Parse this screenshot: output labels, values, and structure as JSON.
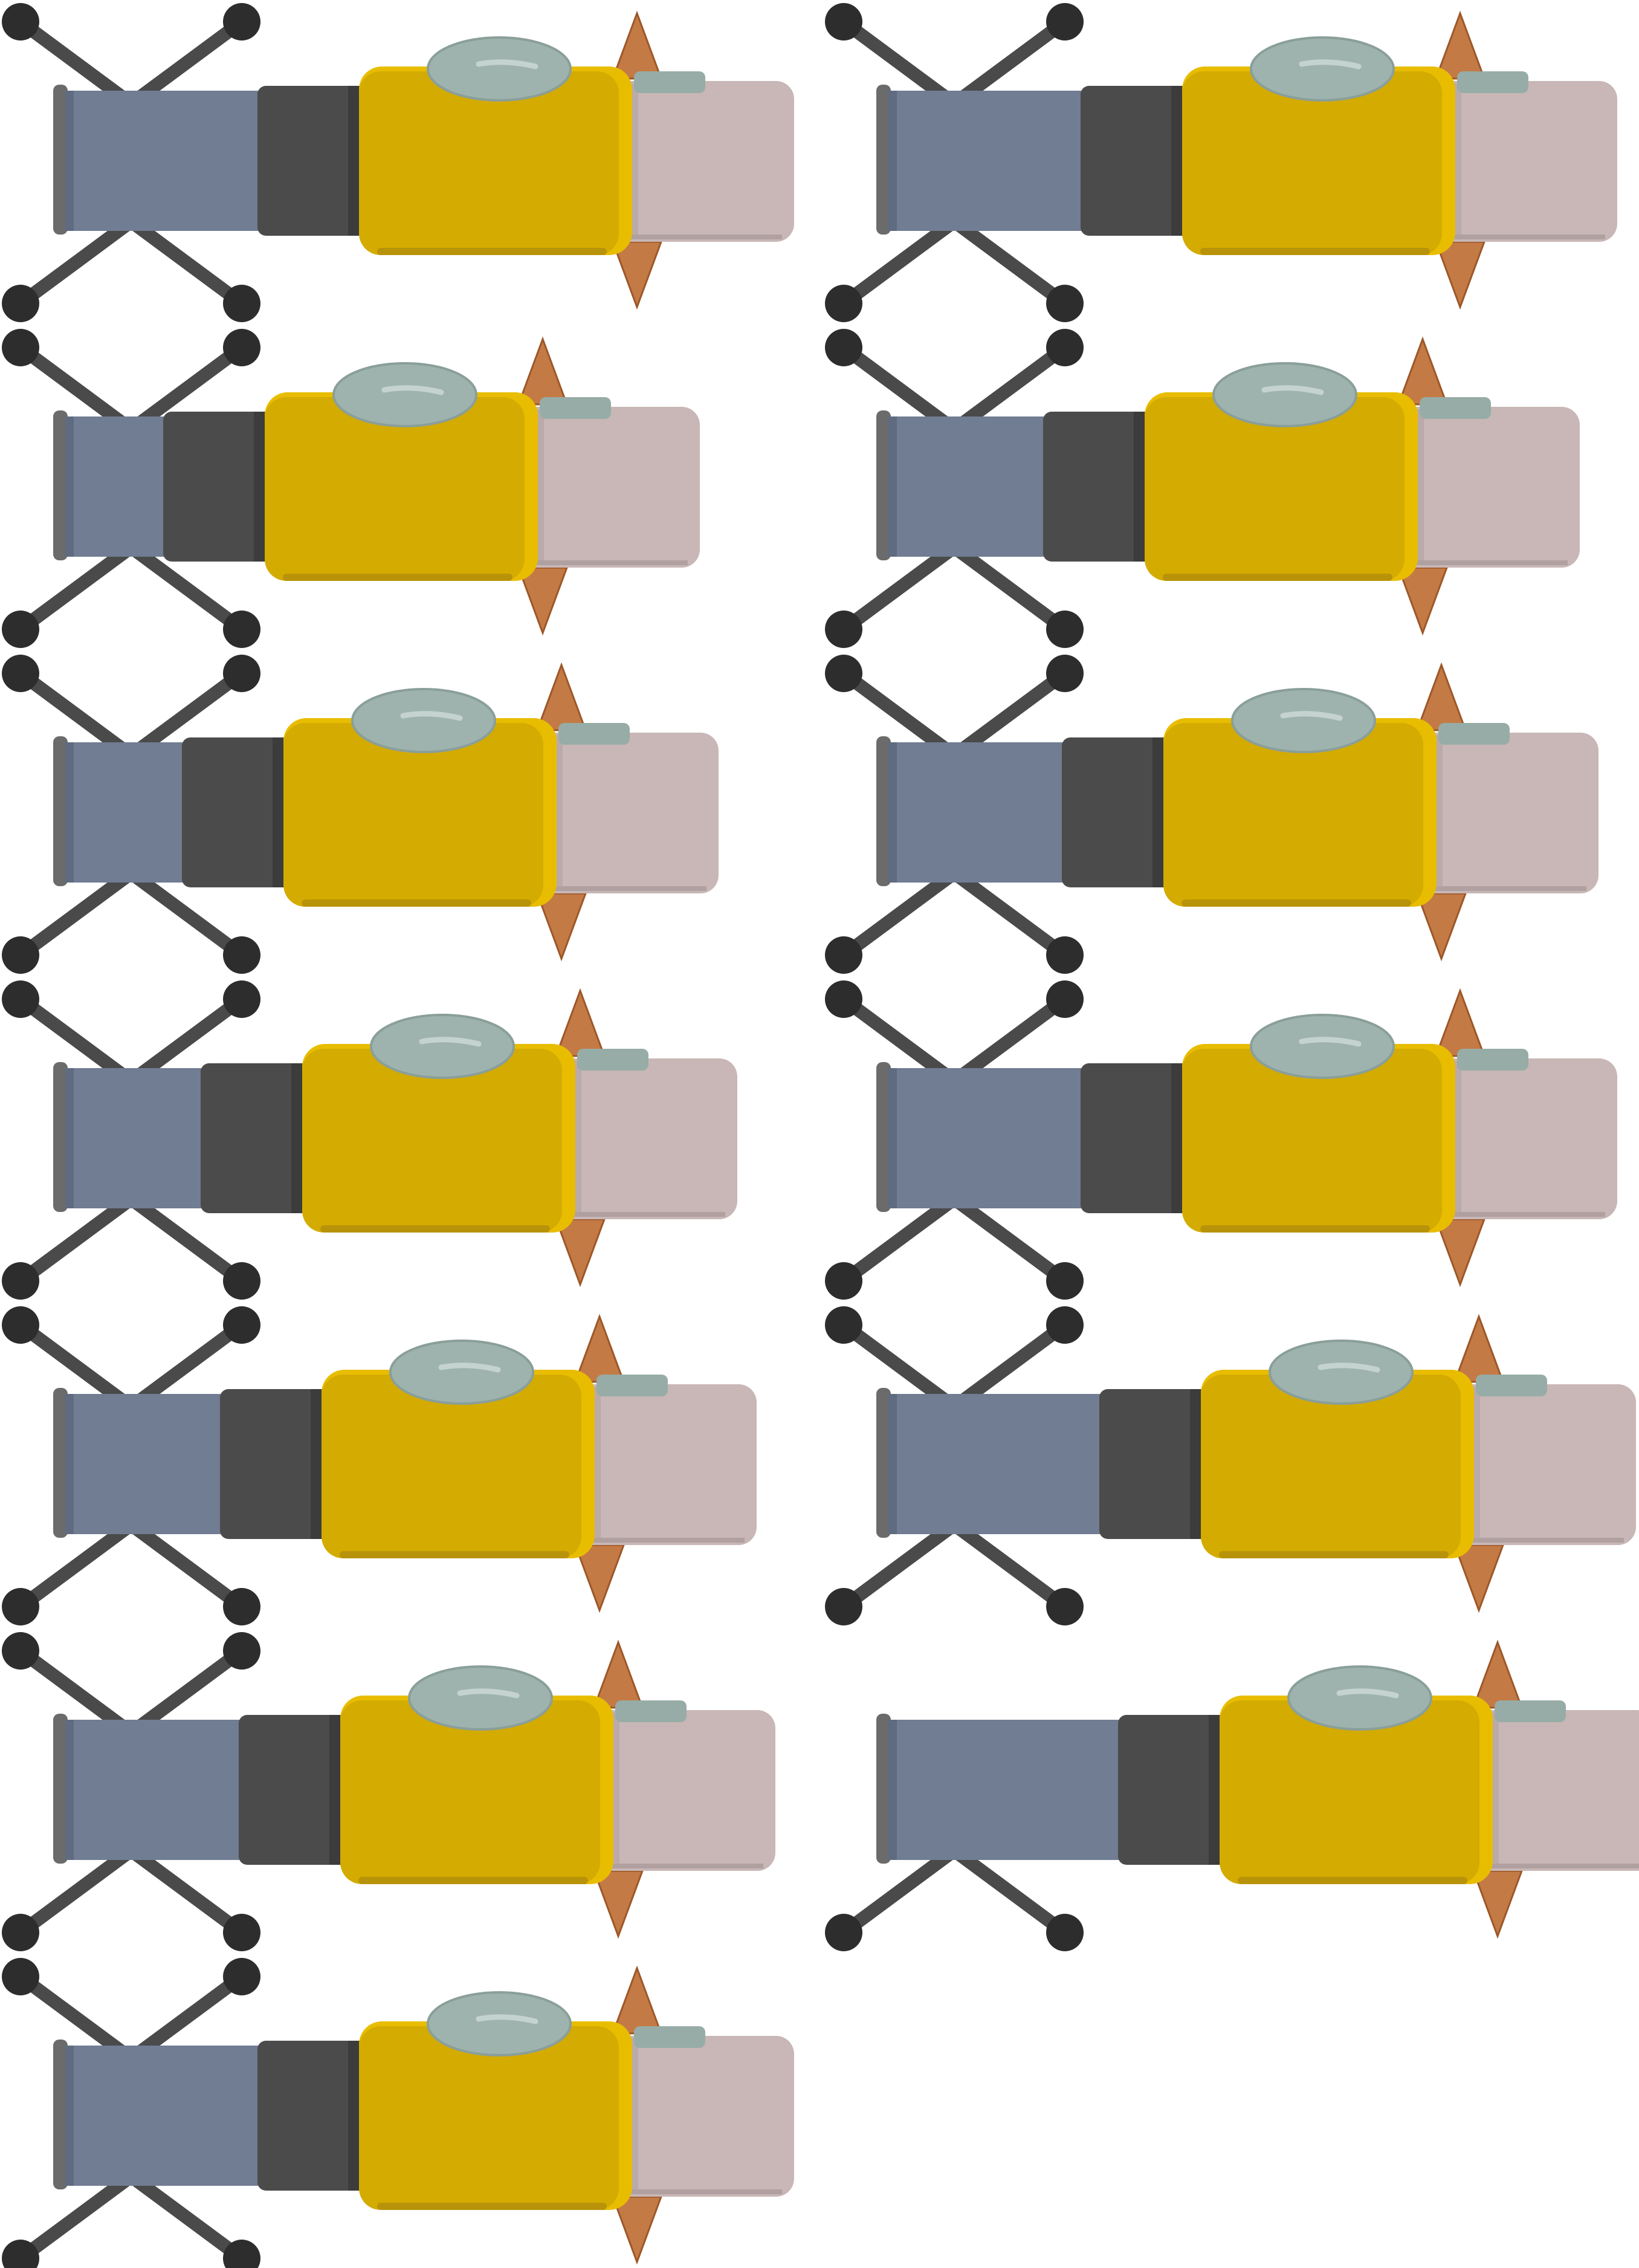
{
  "sheet": {
    "kind": "sprite-sheet",
    "sprite": "spider-drone-sprite",
    "frame_count": 13,
    "columns": 2,
    "frames_per_column": [
      7,
      6
    ],
    "frames": [
      {
        "index": 1,
        "column": 1,
        "body_offset": 1.0,
        "legs": "full"
      },
      {
        "index": 2,
        "column": 1,
        "body_offset": 0.0,
        "legs": "full"
      },
      {
        "index": 3,
        "column": 1,
        "body_offset": 0.2,
        "legs": "full"
      },
      {
        "index": 4,
        "column": 1,
        "body_offset": 0.4,
        "legs": "full"
      },
      {
        "index": 5,
        "column": 1,
        "body_offset": 0.6,
        "legs": "full"
      },
      {
        "index": 6,
        "column": 1,
        "body_offset": 0.8,
        "legs": "full"
      },
      {
        "index": 7,
        "column": 1,
        "body_offset": 1.0,
        "legs": "full"
      },
      {
        "index": 8,
        "column": 2,
        "body_offset": 1.0,
        "legs": "full"
      },
      {
        "index": 9,
        "column": 2,
        "body_offset": 0.6,
        "legs": "full"
      },
      {
        "index": 10,
        "column": 2,
        "body_offset": 0.8,
        "legs": "full"
      },
      {
        "index": 11,
        "column": 2,
        "body_offset": 1.0,
        "legs": "full"
      },
      {
        "index": 12,
        "column": 2,
        "body_offset": 1.2,
        "legs": "full"
      },
      {
        "index": 13,
        "column": 2,
        "body_offset": 1.4,
        "legs": "lower-only"
      }
    ]
  },
  "colors": {
    "background": "#ffffff",
    "legs": "#4a4a4a",
    "joints": "#2d2d2d",
    "frame_bar": "#6b6b6b",
    "rear_hull": "#707d93",
    "rear_hull_shade": "#5f6b80",
    "neck": "#4b4b4b",
    "neck_shade": "#3c3c3c",
    "body": "#d4ab00",
    "body_rim": "#e8bd00",
    "body_shade": "#b8930a",
    "dome": "#9fb3ae",
    "dome_rim": "#8a9f9a",
    "dome_shine": "#c4d3cf",
    "fin": "#c47a45",
    "fin_edge": "#9c5728",
    "nose": "#c8b7b6",
    "nose_shade": "#b0a0a0",
    "sensor_strip": "#97aca7"
  },
  "icons": [
    "spider-drone-icon",
    "joint-dot-icon",
    "dome-icon",
    "fin-icon"
  ]
}
